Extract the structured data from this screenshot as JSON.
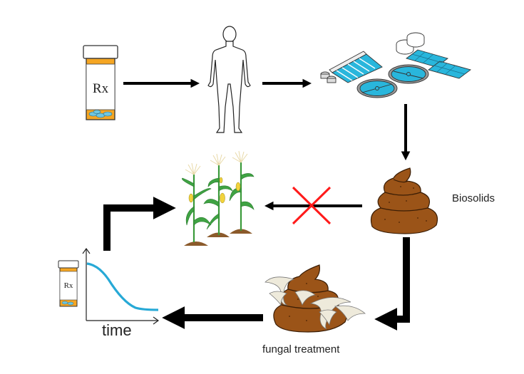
{
  "labels": {
    "biosolids": "Biosolids",
    "fungal_treatment": "fungal treatment",
    "time_axis": "time",
    "rx_large": "Rx",
    "rx_small": "Rx"
  },
  "colors": {
    "arrow": "#000000",
    "cross": "#ff1a1a",
    "pill_bottle_orange": "#f5a623",
    "pills": "#6ec6e0",
    "wastewater_blue": "#29b6dc",
    "biosolids_brown": "#9b5418",
    "curve": "#27a9d6",
    "plant_green": "#3a9a3a",
    "soil": "#8b5a2b",
    "mushroom": "#eeeadb"
  },
  "flow": [
    "prescription drugs",
    "human consumption",
    "wastewater treatment plant",
    "biosolids",
    "land application to crops (blocked)",
    "fungal treatment",
    "drug concentration decreases over time",
    "safe application to crops"
  ]
}
